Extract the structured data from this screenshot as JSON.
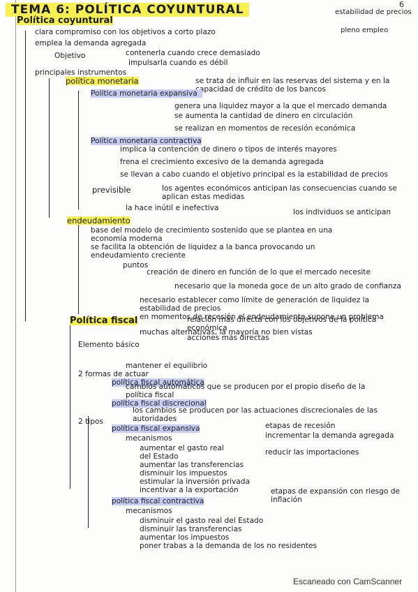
{
  "header": {
    "title": "TEMA 6: POLÍTICA COYUNTURAL",
    "page_number": "6"
  },
  "lines": [
    "Política coyuntural",
    "estabilidad de precios",
    "pleno empleo",
    "clara compromiso con los objetivos a corto plazo",
    "emplea la demanda agregada",
    "Objetivo",
    "contenerla cuando crece demasiado",
    "impulsarla cuando es débil",
    "principales instrumentos",
    "política monetaria",
    "se trata de influir en las reservas del sistema y en la capacidad de crédito de los bancos",
    "Política monetaria expansiva",
    "genera una liquidez mayor a la que el mercado demanda",
    "se aumenta la cantidad de dinero en circulación",
    "se realizan en momentos de recesión económica",
    "Política monetaria contractiva",
    "implica la contención de dinero o tipos de interés mayores",
    "frena el crecimiento excesivo de la demanda agregada",
    "se llevan a cabo cuando el objetivo principal es la estabilidad de precios",
    "previsible",
    "los agentes económicos anticipan las consecuencias cuando se aplican estas medidas",
    "la hace inútil e inefectiva",
    "los individuos se anticipan",
    "endeudamiento",
    "base del modelo de crecimiento sostenido que se plantea en una economía moderna",
    "se facilita la obtención de liquidez a la banca provocando un endeudamiento creciente",
    "puntos",
    "creación de dinero en función de lo que el mercado necesite",
    "necesario que la moneda goce de un alto grado de confianza",
    "necesario establecer como límite de generación de liquidez la estabilidad de precios",
    "en momentos de recesión el endeudamiento supone un problema",
    "muchas alternativas, la mayoría no bien vistas",
    "Política fiscal",
    "relación más directa con los objetivos de la política económica",
    "acciones más directas",
    "Elemento básico",
    "mantener el equilibrio",
    "2 formas de actuar",
    "política fiscal automática",
    "cambios automáticos que se producen por el propio diseño de la política fiscal",
    "política fiscal discrecional",
    "los cambios se producen por las actuaciones discrecionales de las autoridades",
    "2 tipos",
    "política fiscal expansiva",
    "etapas de recesión",
    "incrementar la demanda agregada",
    "reducir las importaciones",
    "mecanismos",
    "aumentar el gasto real del Estado",
    "aumentar las transferencias",
    "disminuir los impuestos",
    "estimular la inversión privada",
    "incentivar a la exportación",
    "política fiscal contractiva",
    "etapas de expansión con riesgo de inflación",
    "mecanismos",
    "disminuir el gasto real del Estado",
    "disminuir las transferencias",
    "aumentar los impuestos",
    "poner trabas a la demanda de los no residentes"
  ],
  "footer": {
    "scanner": "Escaneado con CamScanner"
  }
}
